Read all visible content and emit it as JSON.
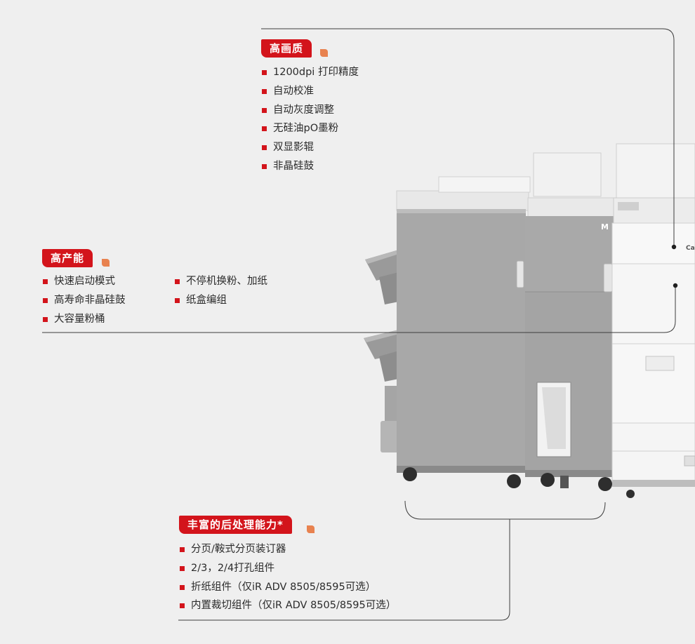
{
  "sections": {
    "quality": {
      "title": "高画质",
      "items": [
        "1200dpi 打印精度",
        "自动校准",
        "自动灰度调整",
        "无硅油pO墨粉",
        "双显影辊",
        "非晶硅鼓"
      ]
    },
    "productivity": {
      "title": "高产能",
      "col1": [
        "快速启动模式",
        "高寿命非晶硅鼓",
        "大容量粉桶"
      ],
      "col2": [
        "不停机换粉、加纸",
        "纸盒编组"
      ]
    },
    "finishing": {
      "title": "丰富的后处理能力*",
      "items": [
        "分页/鞍式分页装订器",
        "2/3，2/4打孔组件",
        "折纸组件（仅iR ADV 8505/8595可选）",
        "内置裁切组件（仅iR ADV 8505/8595可选）"
      ]
    }
  },
  "machine": {
    "module_label": "M",
    "brand_fragment": "Ca"
  },
  "colors": {
    "accent": "#d3141b",
    "marker": "#e8824f",
    "background": "#efefef"
  }
}
